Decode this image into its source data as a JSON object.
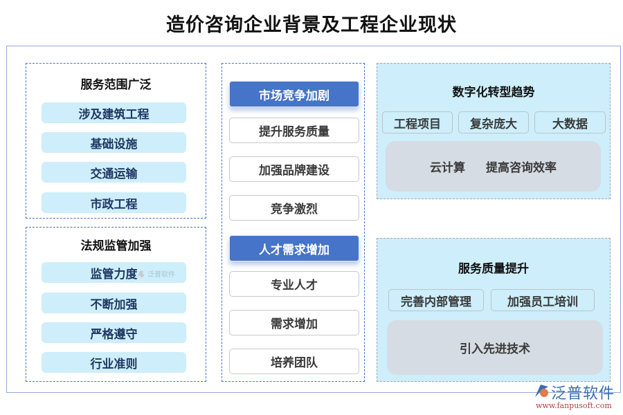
{
  "title": "造价咨询企业背景及工程企业现状",
  "left": {
    "panels": [
      {
        "title": "服务范围广泛",
        "items": [
          "涉及建筑工程",
          "基础设施",
          "交通运输",
          "市政工程"
        ]
      },
      {
        "title": "法规监管加强",
        "items": [
          "监管力度",
          "不断加强",
          "严格遵守",
          "行业准则"
        ]
      }
    ]
  },
  "middle": {
    "groups": [
      {
        "header": "市场竞争加剧",
        "items": [
          "提升服务质量",
          "加强品牌建设",
          "竞争激烈"
        ]
      },
      {
        "header": "人才需求增加",
        "items": [
          "专业人才",
          "需求增加",
          "培养团队"
        ]
      }
    ]
  },
  "right": {
    "panels": [
      {
        "title": "数字化转型趋势",
        "tags": [
          "工程项目",
          "复杂庞大",
          "大数据"
        ],
        "box": [
          "云计算",
          "提高咨询效率"
        ]
      },
      {
        "title": "服务质量提升",
        "tags": [
          "完善内部管理",
          "加强员工培训"
        ],
        "box": [
          "引入先进技术"
        ]
      }
    ]
  },
  "watermark": {
    "text": "泛普软件"
  },
  "logo": {
    "name": "泛普软件",
    "url": "www.fanpusoft.com"
  },
  "colors": {
    "accent_blue": "#4674C8",
    "light_cyan": "#CDEEFA",
    "gray_box": "#D6DCE3",
    "frame_border": "#8FAADC",
    "navy_text": "#1F3864"
  }
}
